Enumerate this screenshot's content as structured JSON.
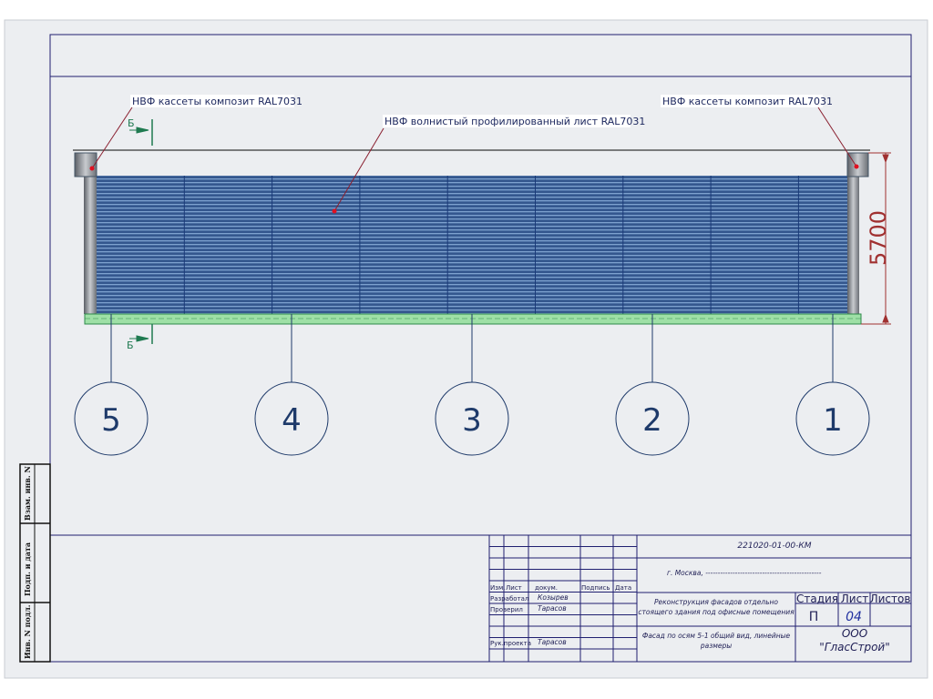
{
  "callouts": {
    "left": "НВФ кассеты композит RAL7031",
    "middle": "НВФ волнистый профилированный лист RAL7031",
    "right": "НВФ кассеты композит RAL7031"
  },
  "section_mark": {
    "top": "Б",
    "bottom": "Б"
  },
  "dimension": {
    "height": "5700"
  },
  "axes": [
    "5",
    "4",
    "3",
    "2",
    "1"
  ],
  "side_stamp": [
    "Взам. инв. N",
    "Подп. и дата",
    "Инв. N подл."
  ],
  "title_block": {
    "doc_code": "221020-01-00-КМ",
    "city": "г. Москва, -----------------------------------------------",
    "headers": [
      "Изм.",
      "Лист",
      "докум.",
      "Подпись",
      "Дата"
    ],
    "roles": [
      {
        "role": "Разработал",
        "name": "Козырев"
      },
      {
        "role": "Проверил",
        "name": "Тарасов"
      },
      {
        "role": "Рук.проекта",
        "name": "Тарасов"
      }
    ],
    "project_line1": "Реконструкция фасадов отдельно",
    "project_line2": "стоящего здания под офисные помещения",
    "sheet_title_line1": "Фасад по осям 5-1 общий вид,  линейные",
    "sheet_title_line2": "размеры",
    "stage_label": "Стадия",
    "sheet_label": "Лист",
    "sheets_label": "Листов",
    "stage": "П",
    "sheet": "04",
    "sheets": "",
    "company_line1": "ООО",
    "company_line2": "\"ГласСтрой\""
  },
  "colors": {
    "frame": "#1f1f70",
    "panel": "#3a5f95",
    "base": "#8fd89a",
    "dim": "#a03030",
    "axis": "#1e3a6a"
  }
}
